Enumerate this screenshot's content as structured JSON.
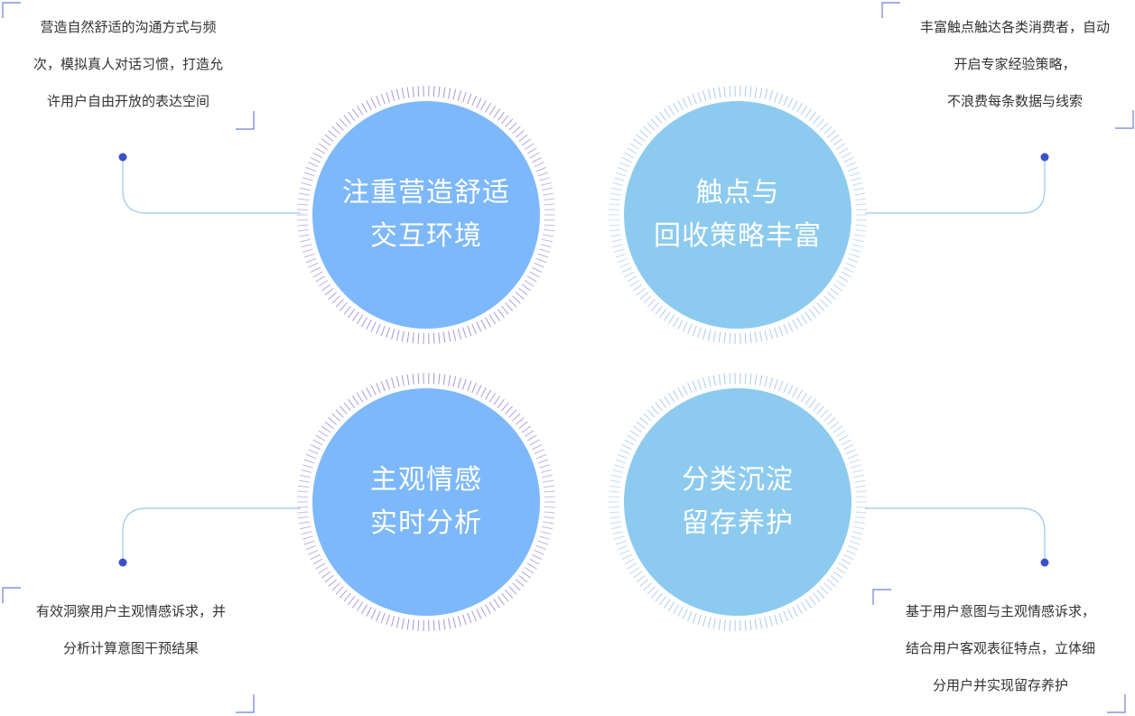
{
  "colors": {
    "circle_left": "#7db8fb",
    "circle_right": "#8ccbef",
    "ring_left": "#9b8ad8",
    "ring_right": "#a3c4ec",
    "connector": "#9dc6ee",
    "dot": "#3b51c9",
    "bracket": "#6e7fd8",
    "text": "#333333"
  },
  "blocks": [
    {
      "id": "top-left",
      "circle_lines": [
        "注重营造舒适",
        "交互环境"
      ],
      "desc_lines": [
        "营造自然舒适的沟通方式与频",
        "次，模拟真人对话习惯，打造允",
        "许用户自由开放的表达空间"
      ]
    },
    {
      "id": "top-right",
      "circle_lines": [
        "触点与",
        "回收策略丰富"
      ],
      "desc_lines": [
        "丰富触点触达各类消费者，自动",
        "开启专家经验策略，",
        "不浪费每条数据与线索"
      ]
    },
    {
      "id": "bottom-left",
      "circle_lines": [
        "主观情感",
        "实时分析"
      ],
      "desc_lines": [
        "有效洞察用户主观情感诉求，并",
        "分析计算意图干预结果"
      ]
    },
    {
      "id": "bottom-right",
      "circle_lines": [
        "分类沉淀",
        "留存养护"
      ],
      "desc_lines": [
        "基于用户意图与主观情感诉求，",
        "结合用户客观表征特点，立体细",
        "分用户并实现留存养护"
      ]
    }
  ]
}
